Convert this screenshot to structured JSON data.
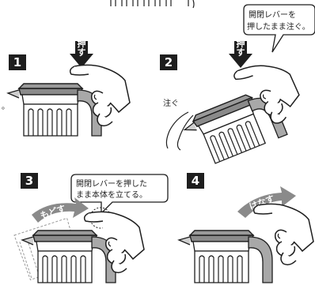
{
  "steps": [
    {
      "number": "1",
      "arrow_label": "押す",
      "side_text": ""
    },
    {
      "number": "2",
      "arrow_label": "押す",
      "side_text": "注ぐ",
      "callout": "開閉レバーを\n押したまま注ぐ。"
    },
    {
      "number": "3",
      "arrow_label": "もどす",
      "callout": "開閉レバーを押した\nまま本体を立てる。"
    },
    {
      "number": "4",
      "arrow_label": "はなす"
    }
  ],
  "colors": {
    "badge": "#1e1e1e",
    "line": "#1e1e1e",
    "lid": "#8a8a8a",
    "handle": "#a8a8a8"
  }
}
